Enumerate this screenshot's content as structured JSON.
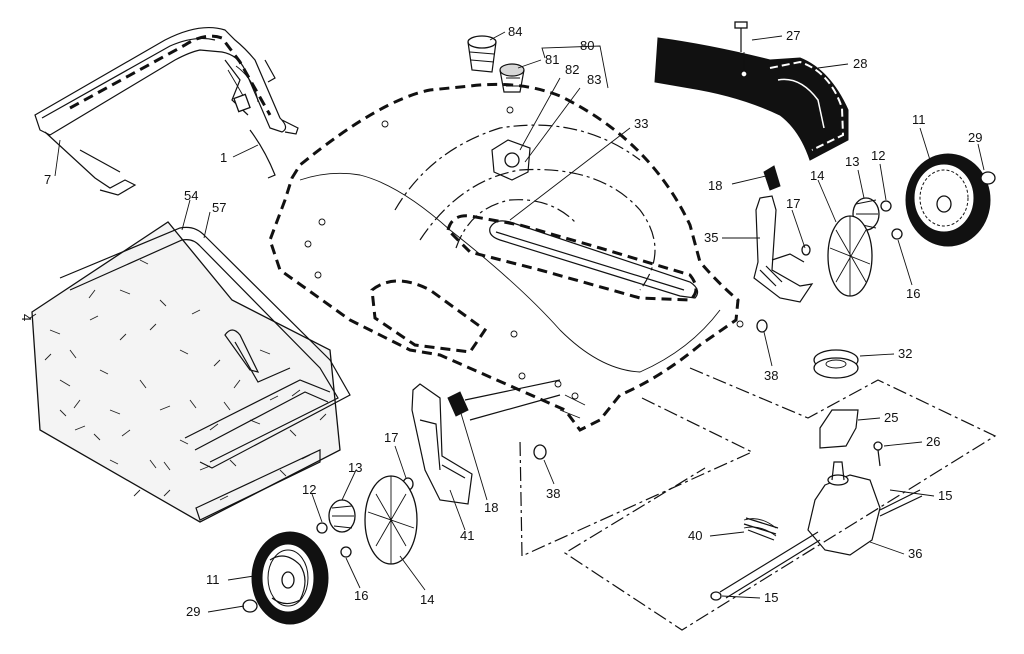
{
  "diagram": {
    "callouts": {
      "c1": "1",
      "c4": "4",
      "c7": "7",
      "c54": "54",
      "c57": "57",
      "c84": "84",
      "c80": "80",
      "c81": "81",
      "c82": "82",
      "c83": "83",
      "c33": "33",
      "c27": "27",
      "c28": "28",
      "c11r": "11",
      "c29r": "29",
      "c13r": "13",
      "c12r": "12",
      "c18r": "18",
      "c14r": "14",
      "c17r": "17",
      "c35": "35",
      "c16r": "16",
      "c38r": "38",
      "c32": "32",
      "c25": "25",
      "c26": "26",
      "c15r": "15",
      "c40": "40",
      "c36": "36",
      "c15b": "15",
      "c38l": "38",
      "c18l": "18",
      "c41": "41",
      "c17l": "17",
      "c13l": "13",
      "c12l": "12",
      "c11l": "11",
      "c16l": "16",
      "c14l": "14",
      "c29l": "29"
    }
  }
}
